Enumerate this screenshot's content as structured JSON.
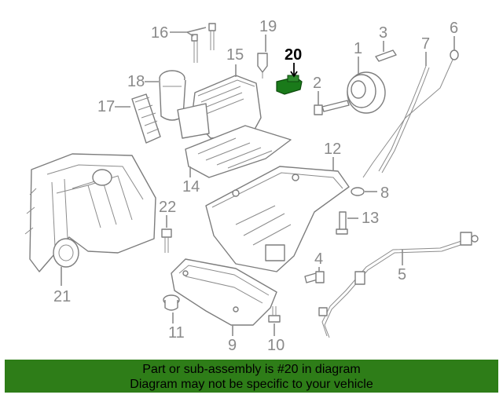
{
  "diagram": {
    "callouts": {
      "c1": "1",
      "c2": "2",
      "c3": "3",
      "c4": "4",
      "c5": "5",
      "c6": "6",
      "c7": "7",
      "c8": "8",
      "c9": "9",
      "c10": "10",
      "c11": "11",
      "c12": "12",
      "c13": "13",
      "c14": "14",
      "c15": "15",
      "c16": "16",
      "c17": "17",
      "c18": "18",
      "c19": "19",
      "c20": "20",
      "c21": "21",
      "c22": "22"
    },
    "highlighted_part": "20",
    "colors": {
      "line": "#8a8a8a",
      "highlight_part": "#1a7a1a",
      "banner": "#2e7d18"
    }
  },
  "banner": {
    "line1": "Part or sub-assembly is #20 in diagram",
    "line2": "Diagram may not be specific to your vehicle"
  }
}
